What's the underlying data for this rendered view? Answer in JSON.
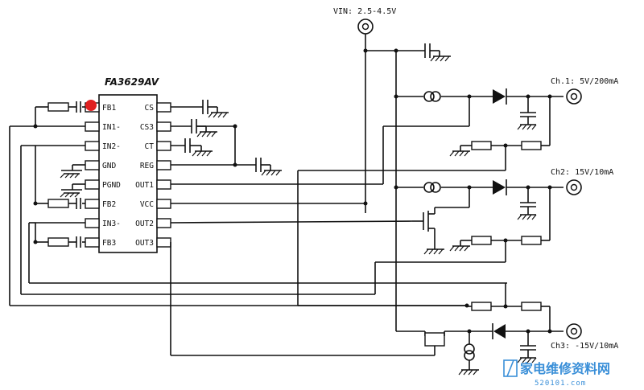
{
  "diagram": {
    "chip_name": "FA3629AV",
    "vin_label": "VIN: 2.5-4.5V",
    "pins_left": [
      "FB1",
      "IN1-",
      "IN2-",
      "GND",
      "PGND",
      "FB2",
      "IN3-",
      "FB3"
    ],
    "pins_right": [
      "CS",
      "CS3",
      "CT",
      "REG",
      "OUT1",
      "VCC",
      "OUT2",
      "OUT3"
    ],
    "outputs": {
      "ch1": "Ch.1:  5V/200mA",
      "ch2": "Ch2: 15V/10mA",
      "ch3": "Ch3: -15V/10mA"
    },
    "marker_color": "#e02020"
  },
  "watermark": {
    "text": "家电维修资料网",
    "url": "520101.com",
    "color": "#3a8fd8"
  }
}
